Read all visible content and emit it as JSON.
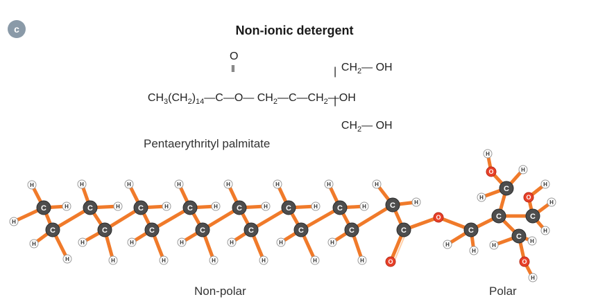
{
  "panel": {
    "label": "c"
  },
  "title": "Non-ionic detergent",
  "formula": {
    "carbonyl_oxygen": "O",
    "double_bond": "‖",
    "main_left": "CH",
    "main_sub1": "3",
    "main_mid": "(CH",
    "main_sub2": "2",
    "main_mid2": ")",
    "main_sub3": "14",
    "main_rest": "—C—O— CH",
    "main_sub4": "2",
    "main_rest2": "—C—CH",
    "main_sub5": "2",
    "main_rest3": "—OH",
    "top_branch": "CH",
    "top_sub": "2",
    "top_rest": "— OH",
    "bottom_branch": "CH",
    "bottom_sub": "2",
    "bottom_rest": "— OH"
  },
  "compound_name": "Pentaerythrityl palmitate",
  "regions": {
    "nonpolar": "Non-polar",
    "polar": "Polar"
  },
  "atoms": {
    "carbon": "C",
    "hydrogen": "H",
    "oxygen": "O"
  },
  "colors": {
    "bond": "#f07a2a",
    "carbon": "#4d4d4d",
    "oxygen": "#e8412a",
    "hydrogen_fill": "#ffffff",
    "hydrogen_stroke": "#999999",
    "badge": "#8a9aa8"
  }
}
